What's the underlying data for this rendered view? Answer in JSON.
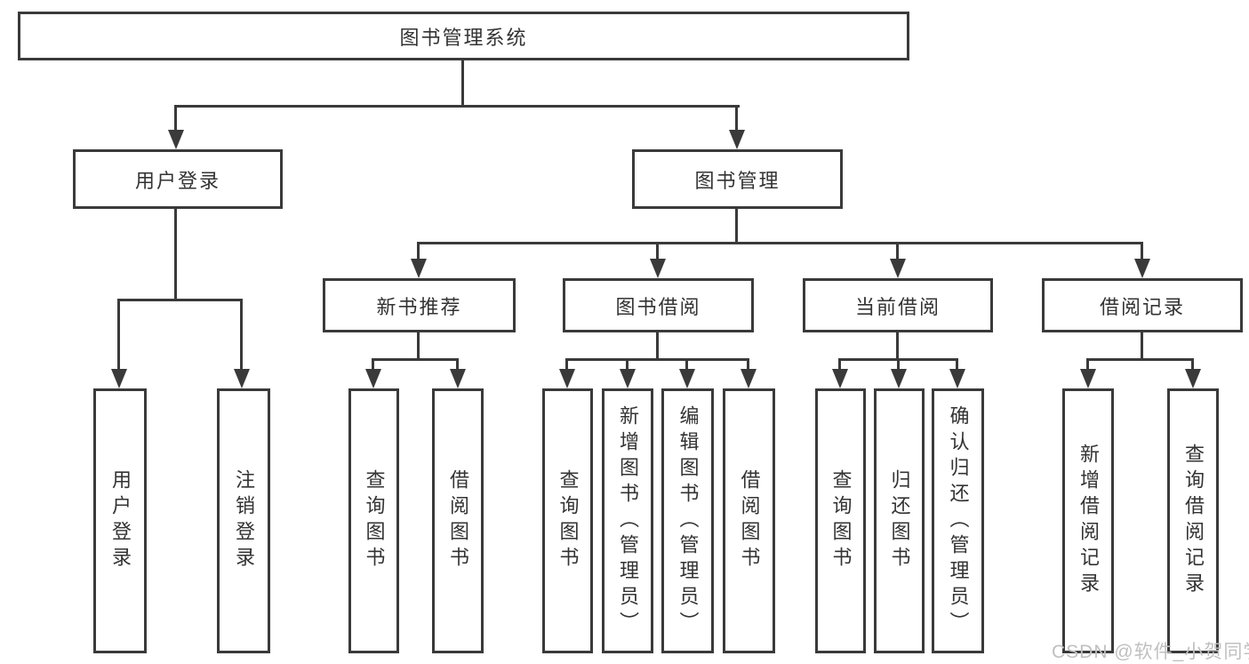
{
  "diagram": {
    "root": {
      "label": "图书管理系统"
    },
    "level2": [
      {
        "label": "用户登录"
      },
      {
        "label": "图书管理"
      }
    ],
    "level3": [
      {
        "label": "新书推荐"
      },
      {
        "label": "图书借阅"
      },
      {
        "label": "当前借阅"
      },
      {
        "label": "借阅记录"
      }
    ],
    "leaves": [
      {
        "label": "用户登录"
      },
      {
        "label": "注销登录"
      },
      {
        "label": "查询图书"
      },
      {
        "label": "借阅图书"
      },
      {
        "label": "查询图书"
      },
      {
        "label": "新增图书（管理员）"
      },
      {
        "label": "编辑图书（管理员）"
      },
      {
        "label": "借阅图书"
      },
      {
        "label": "查询图书"
      },
      {
        "label": "归还图书"
      },
      {
        "label": "确认归还（管理员）"
      },
      {
        "label": "新增借阅记录"
      },
      {
        "label": "查询借阅记录"
      }
    ],
    "line_color": "#3a3a3a"
  },
  "watermark": {
    "text": "CSDN @软件_小贺同学"
  }
}
